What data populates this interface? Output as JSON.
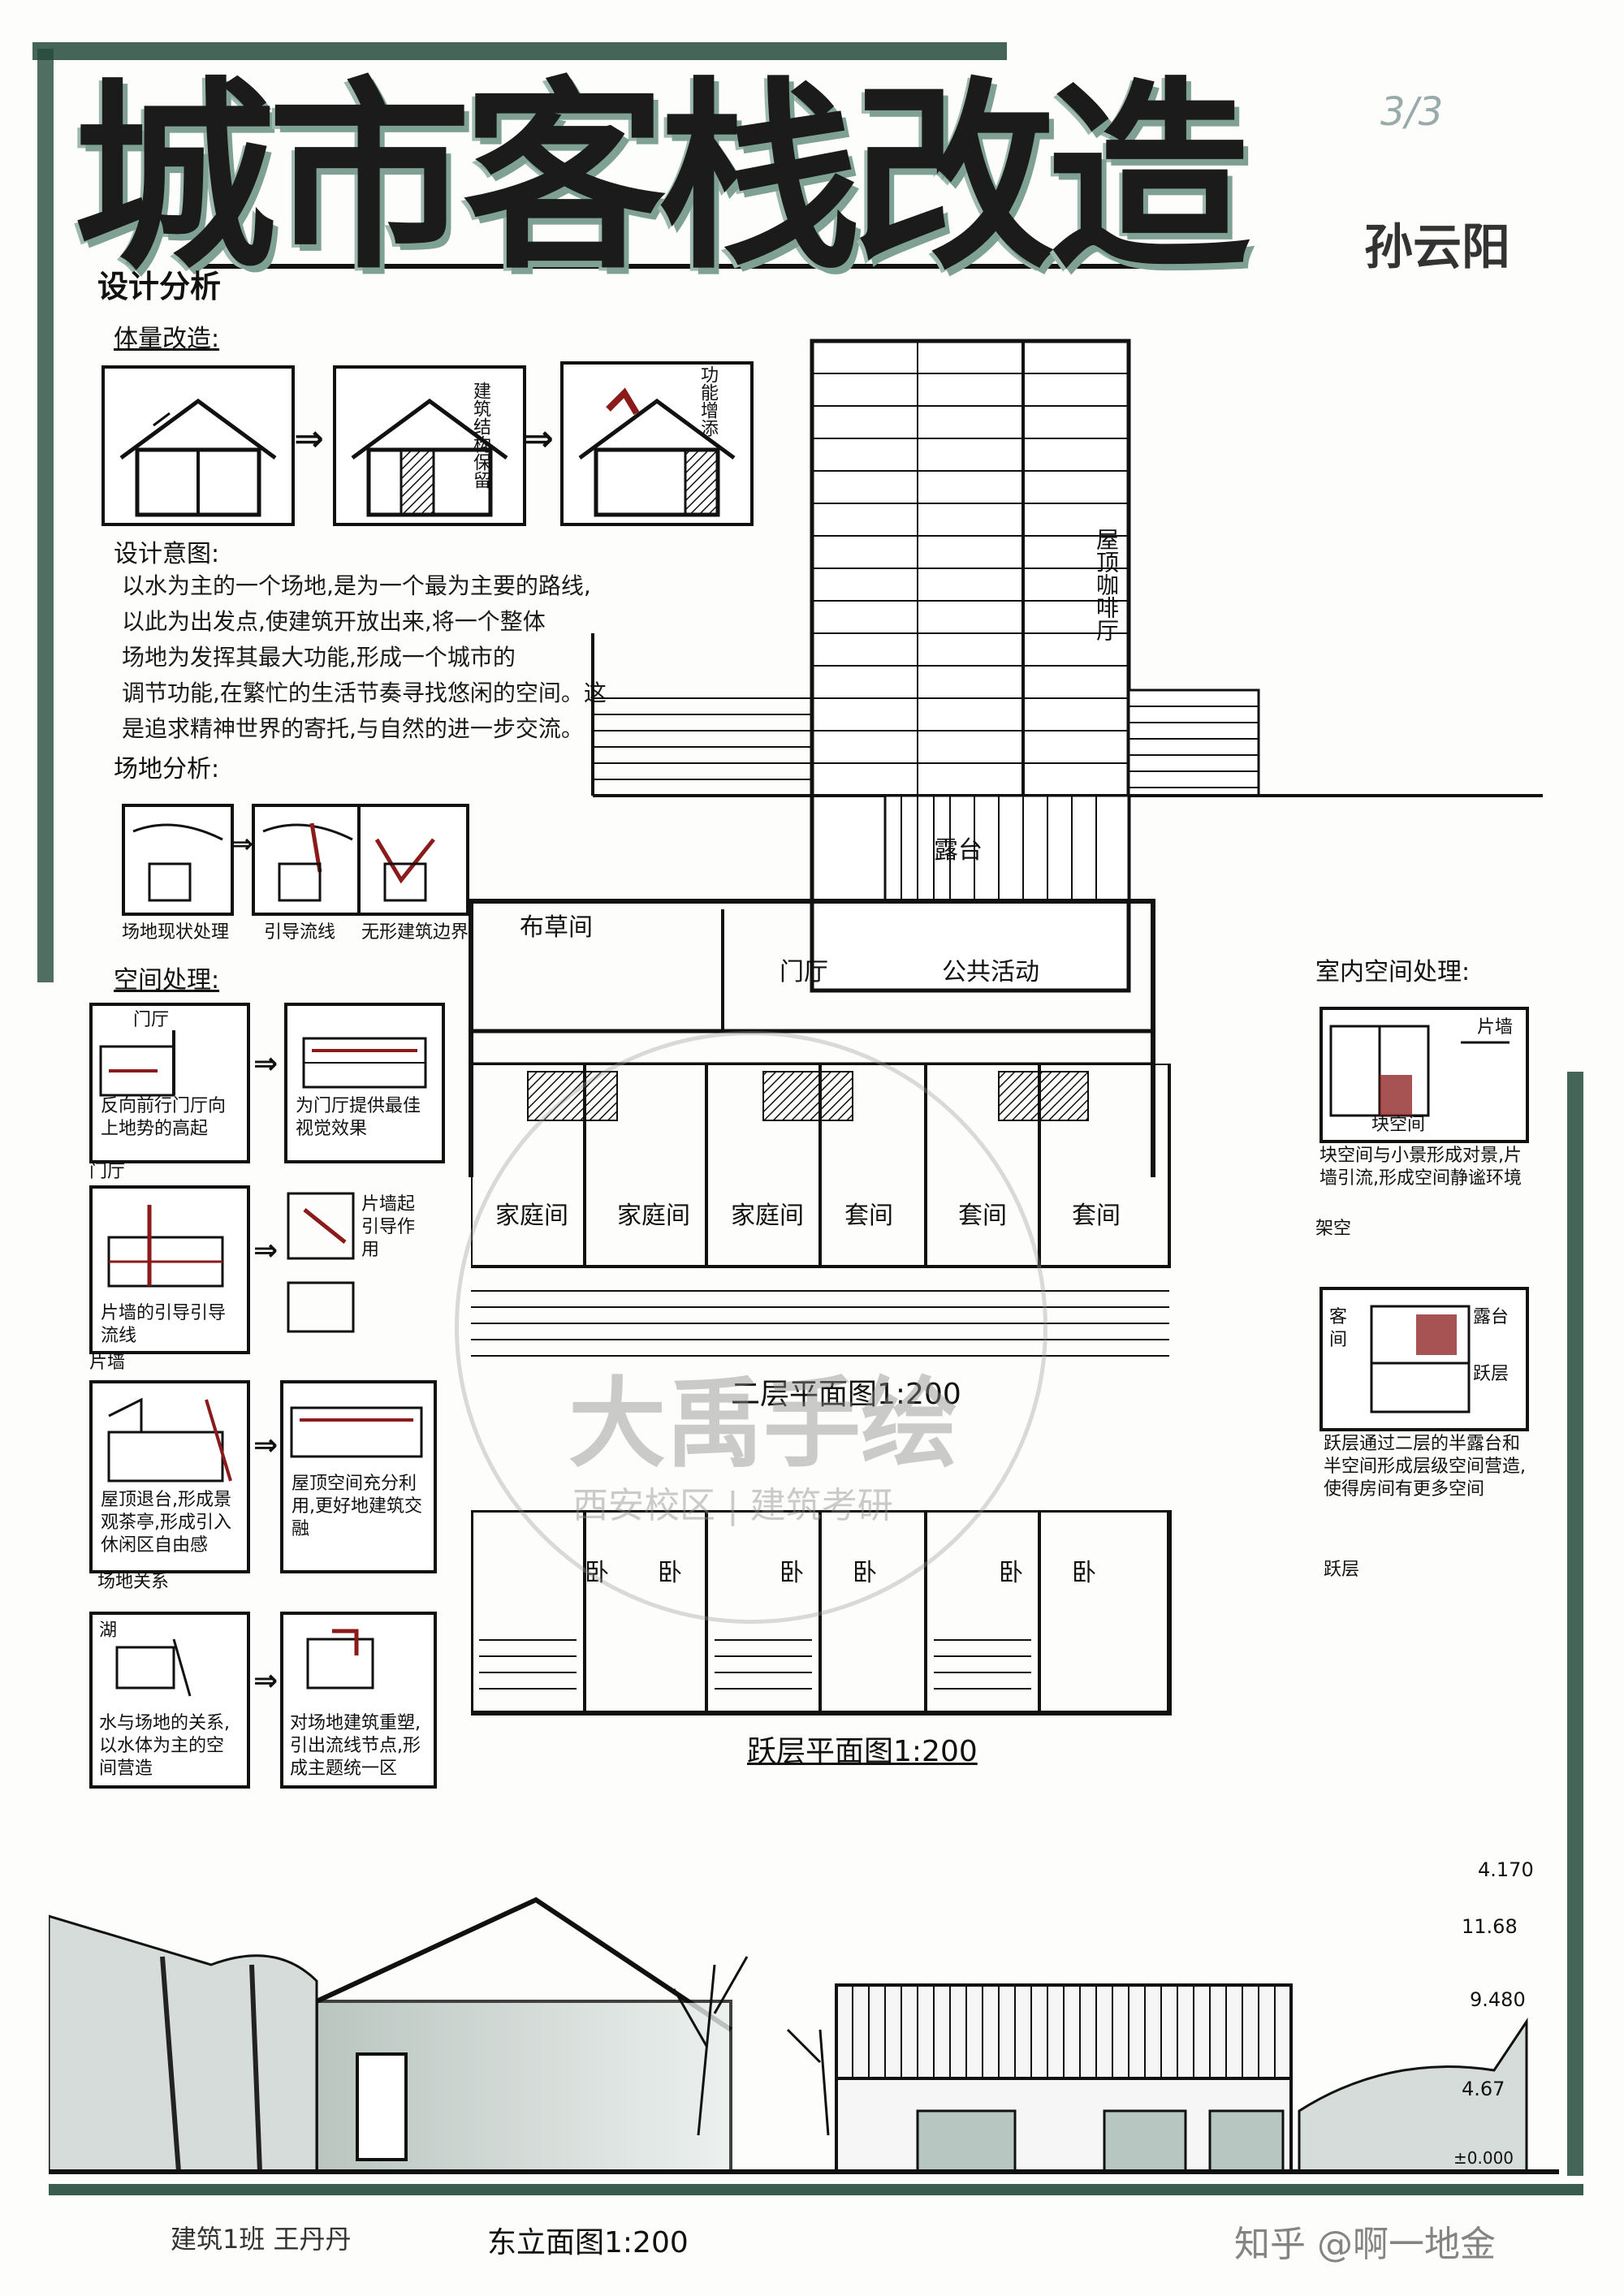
{
  "title": {
    "chars": [
      "城",
      "市",
      "客",
      "栈",
      "改",
      "造"
    ]
  },
  "corner": {
    "page": "3/3",
    "name": "孙云阳"
  },
  "analysis": {
    "heading": "设计分析",
    "massing": "体量改造:",
    "massing_notes": [
      "建筑结构保留",
      "功能增添"
    ],
    "intent_heading": "设计意图:",
    "intent_lines": [
      "以水为主的一个场地,是为一个最为主要的路线,",
      "以此为出发点,使建筑开放出来,将一个整体",
      "场地为发挥其最大功能,形成一个城市的",
      "调节功能,在繁忙的生活节奏寻找悠闲的空间。这",
      "是追求精神世界的寄托,与自然的进一步交流。"
    ],
    "site_heading": "场地分析:",
    "site_captions": [
      "场地现状处理",
      "引导流线",
      "无形建筑边界"
    ],
    "space_heading": "空间处理:",
    "space_rows": [
      {
        "tag": "门厅",
        "left": "反向前行门厅向上地势的高起",
        "right": "为门厅提供最佳视觉效果"
      },
      {
        "tag": "门厅",
        "left": "片墙的引导引导流线",
        "right": "片墙起引导作用"
      },
      {
        "tag": "片墙",
        "left": "屋顶退台,形成景观茶亭,形成引入休闲区自由感",
        "right": "屋顶空间充分利用,更好地建筑交融"
      },
      {
        "tag": "场地关系",
        "left": "水与场地的关系,以水体为主的空间营造",
        "right": "对场地建筑重塑,引出流线节点,形成主题统一区"
      },
      {
        "tag": "湖",
        "left": "",
        "right": ""
      }
    ]
  },
  "plans": {
    "roof_cafe": "屋顶咖啡厅",
    "terrace": "露台",
    "rooms_top": [
      "布草间",
      "门厅",
      "公共活动"
    ],
    "rooms_row": [
      "家庭间",
      "家庭间",
      "家庭间",
      "套间",
      "套间",
      "套间"
    ],
    "second_floor_caption": "二层平面图1:200",
    "duplex_rooms": [
      "卧",
      "卧",
      "卧",
      "卧",
      "卧",
      "卧"
    ],
    "duplex_caption": "跃层平面图1:200"
  },
  "interior": {
    "heading": "室内空间处理:",
    "tag1": "片墙",
    "caption1": "块空间",
    "note1": "块空间与小景形成对景,片墙引流,形成空间静谧环境",
    "tag2": "架空",
    "tag3": "客间",
    "tag4": "露台",
    "tag5": "跃层",
    "note2": "跃层通过二层的半露台和半空间形成层级空间营造,使得房间有更多空间",
    "tag6": "跃层"
  },
  "elevation": {
    "caption": "东立面图1:200",
    "levels": [
      "4.170",
      "11.68",
      "9.480",
      "4.67",
      "±0.000"
    ]
  },
  "footer": {
    "class_name": "建筑1班 王丹丹"
  },
  "watermark": {
    "brand": "大禹手绘",
    "sub": "西安校区 | 建筑考研",
    "zhihu": "知乎 @啊一地金"
  },
  "colors": {
    "frame": "#244a3c",
    "wash": "#7ea193",
    "accent_red": "#8b1a1a",
    "watermark": "#cfcfcf"
  }
}
